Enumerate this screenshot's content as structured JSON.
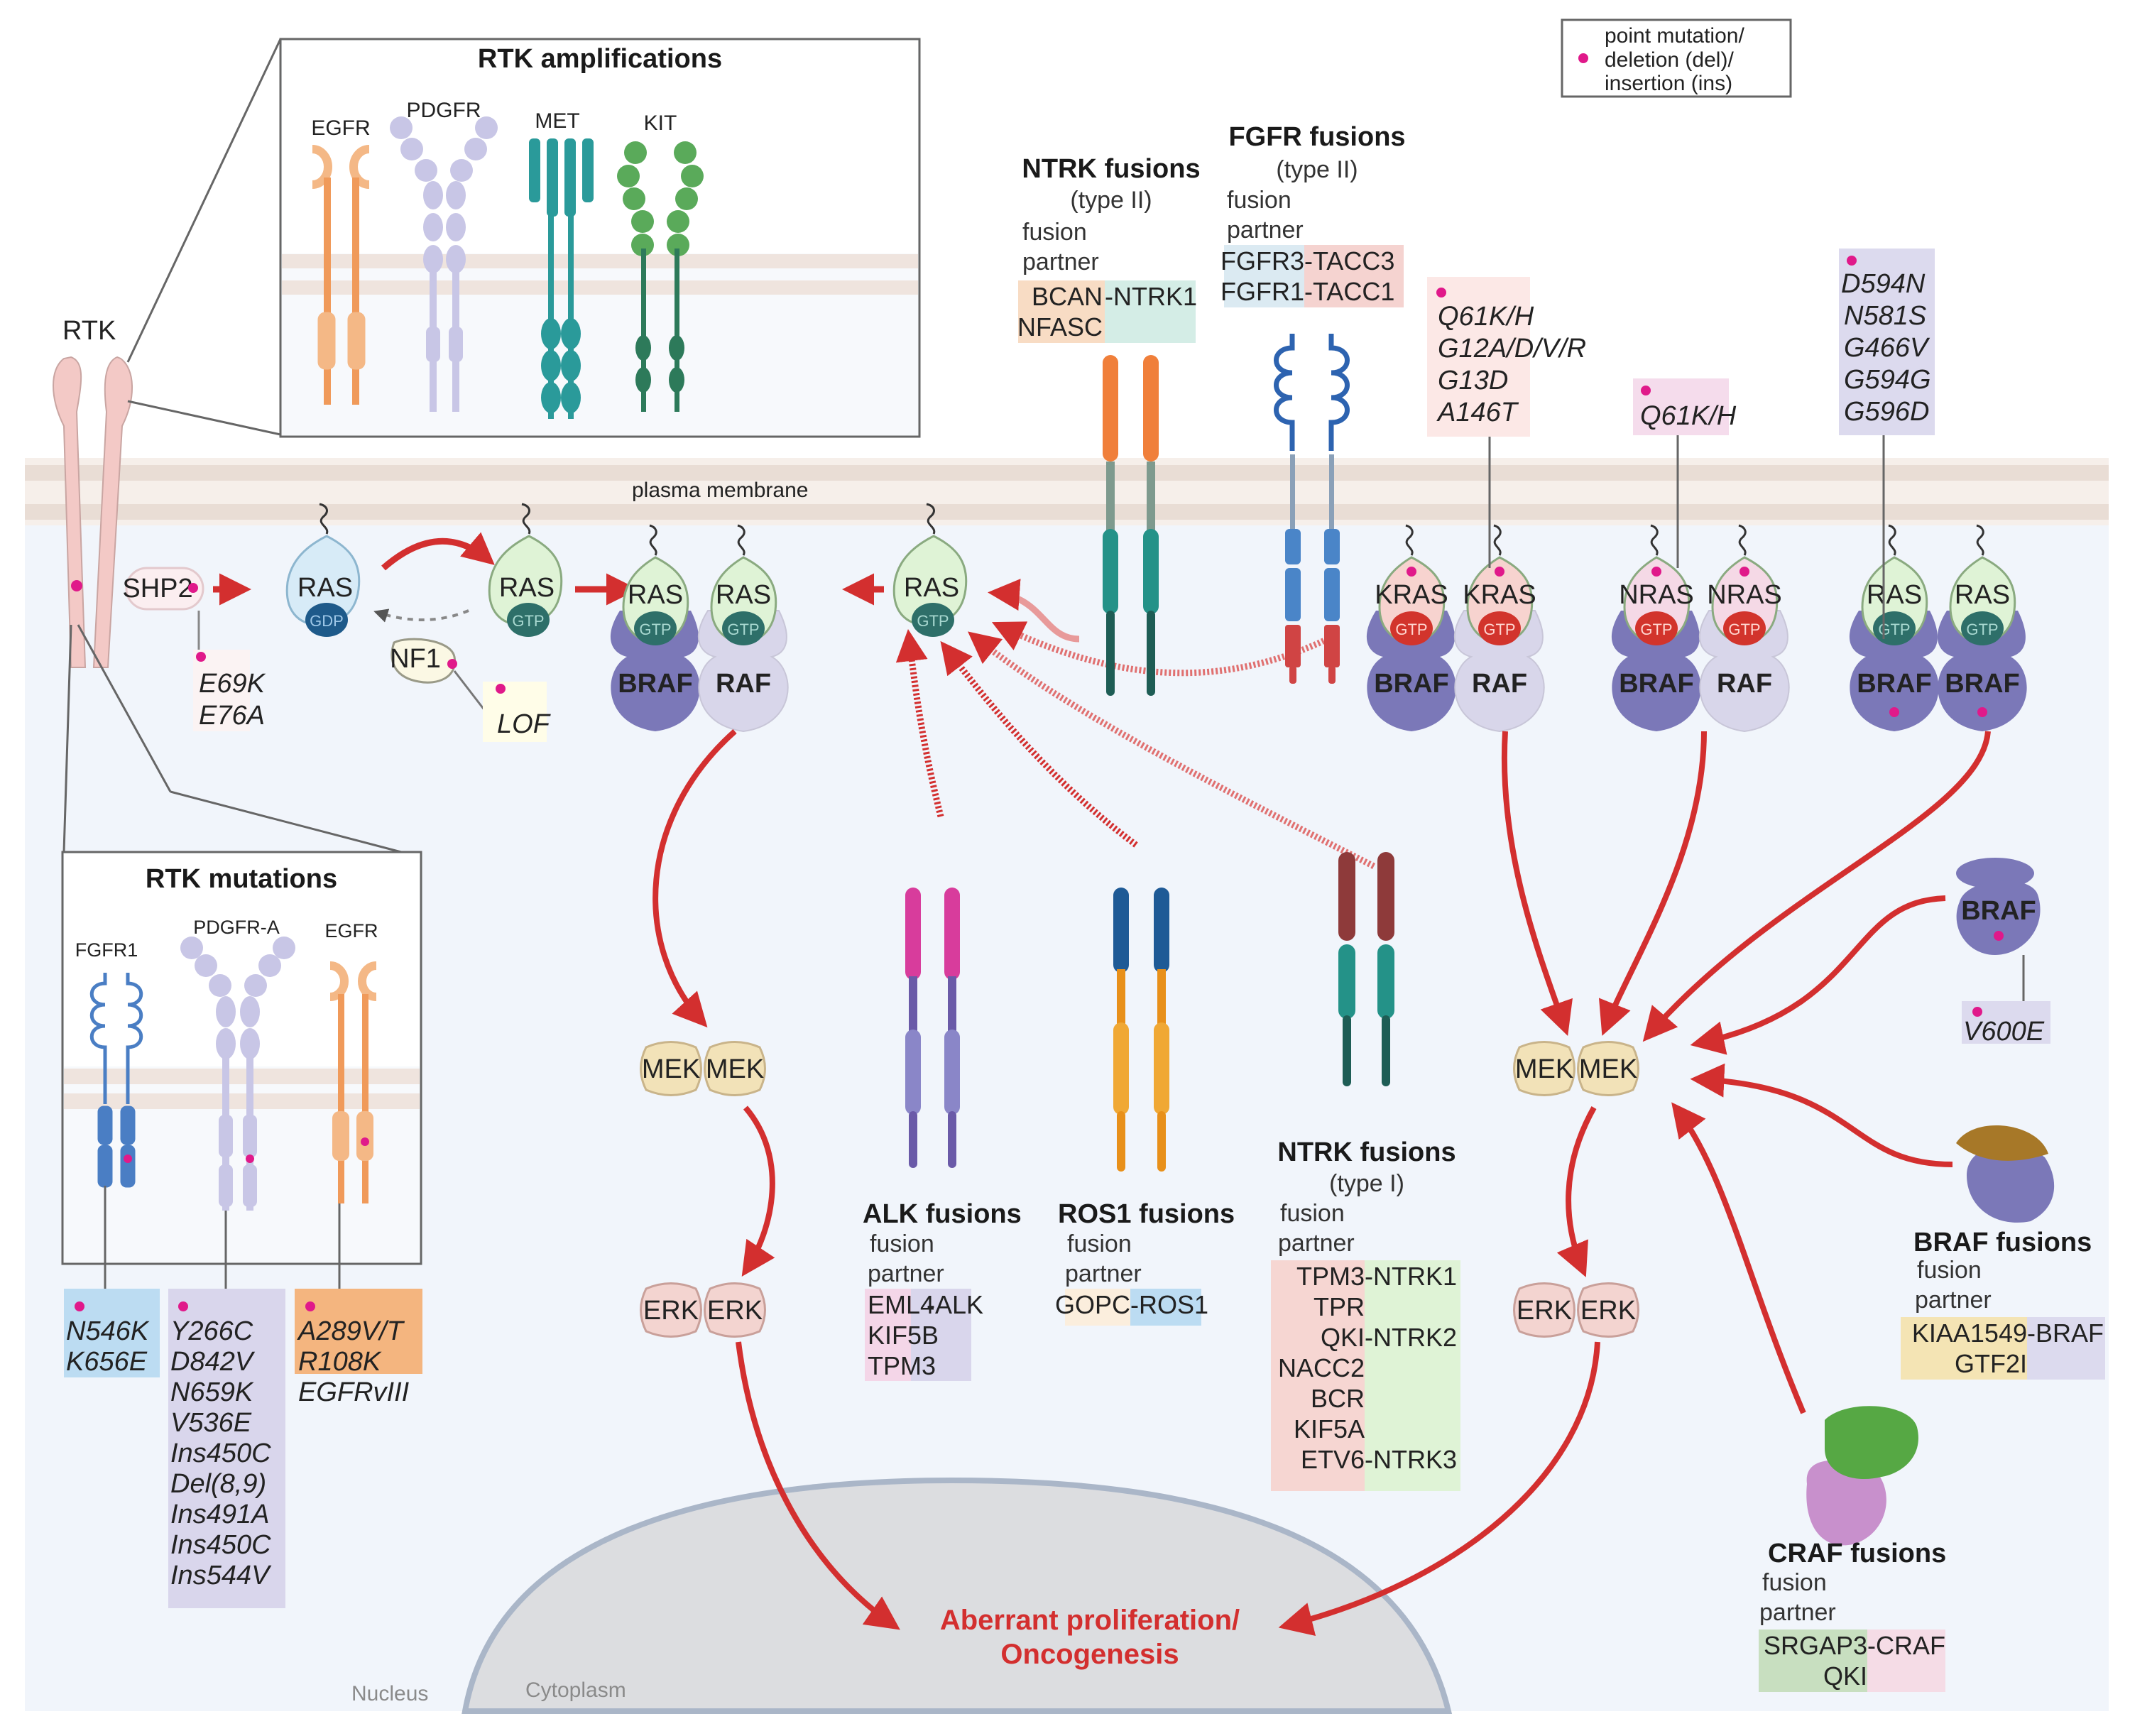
{
  "legend": {
    "mutation_marker": "magenta-dot",
    "lines": [
      "point mutation/",
      "deletion (del)/",
      "insertion (ins)"
    ]
  },
  "membrane_label": "plasma membrane",
  "rtk_label": "RTK",
  "rtk_amplifications": {
    "title": "RTK amplifications",
    "receptors": [
      "EGFR",
      "PDGFR",
      "MET",
      "KIT"
    ]
  },
  "rtk_mutations": {
    "title": "RTK mutations",
    "receptors": [
      "FGFR1",
      "PDGFR-A",
      "EGFR"
    ],
    "mutation_lists": {
      "fgfr1": [
        "N546K",
        "K656E"
      ],
      "pdgfra": [
        "Y266C",
        "D842V",
        "N659K",
        "V536E",
        "Ins450C",
        "Del(8,9)",
        "Ins491A",
        "Ins450C",
        "Ins544V"
      ],
      "egfr": [
        "A289V/T",
        "R108K",
        "EGFRvIII"
      ]
    }
  },
  "shp2": {
    "label": "SHP2",
    "mutations": [
      "E69K",
      "E76A"
    ]
  },
  "nf1": {
    "label": "NF1",
    "mutations": [
      "LOF"
    ]
  },
  "ras_gdp": {
    "label": "RAS",
    "nucleotide": "GDP"
  },
  "ras_gtp": {
    "label": "RAS",
    "nucleotide": "GTP"
  },
  "raf_dimer_left": {
    "ras": [
      "RAS",
      "RAS"
    ],
    "nucleotide": [
      "GTP",
      "GTP"
    ],
    "raf": [
      "BRAF",
      "RAF"
    ]
  },
  "ras_center": {
    "label": "RAS",
    "nucleotide": "GTP"
  },
  "ntrk_type2": {
    "title": "NTRK fusions",
    "subtitle": "(type II)",
    "fusion_label": [
      "fusion",
      "partner"
    ],
    "partners": [
      "BCAN",
      "NFASC"
    ],
    "kinase": "-NTRK1"
  },
  "fgfr_fusions": {
    "title": "FGFR fusions",
    "subtitle": "(type II)",
    "fusion_label": [
      "fusion",
      "partner"
    ],
    "rows": [
      [
        "FGFR3",
        "-TACC3"
      ],
      [
        "FGFR1",
        "-TACC1"
      ]
    ]
  },
  "kras": {
    "mutations": [
      "Q61K/H",
      "G12A/D/V/R",
      "G13D",
      "A146T"
    ],
    "dimer": {
      "ras": [
        "KRAS",
        "KRAS"
      ],
      "nucleotide": [
        "GTP",
        "GTP"
      ],
      "raf": [
        "BRAF",
        "RAF"
      ]
    }
  },
  "nras": {
    "mutations": [
      "Q61K/H"
    ],
    "dimer": {
      "ras": [
        "NRAS",
        "NRAS"
      ],
      "nucleotide": [
        "GTP",
        "GTP"
      ],
      "raf": [
        "BRAF",
        "RAF"
      ]
    }
  },
  "braf_dimer": {
    "mutations": [
      "D594N",
      "N581S",
      "G466V",
      "G594G",
      "G596D"
    ],
    "dimer": {
      "ras": [
        "RAS",
        "RAS"
      ],
      "nucleotide": [
        "GTP",
        "GTP"
      ],
      "raf": [
        "BRAF",
        "BRAF"
      ]
    }
  },
  "braf_monomer": {
    "label": "BRAF",
    "mutations": [
      "V600E"
    ]
  },
  "mek_left": [
    "MEK",
    "MEK"
  ],
  "erk_left": [
    "ERK",
    "ERK"
  ],
  "mek_right": [
    "MEK",
    "MEK"
  ],
  "erk_right": [
    "ERK",
    "ERK"
  ],
  "alk_fusions": {
    "title": "ALK fusions",
    "fusion_label": [
      "fusion",
      "partner"
    ],
    "partners": [
      "EML4",
      "KIF5B",
      "TPM3"
    ],
    "kinase": "-ALK"
  },
  "ros1_fusions": {
    "title": "ROS1 fusions",
    "fusion_label": [
      "fusion",
      "partner"
    ],
    "partners": [
      "GOPC"
    ],
    "kinase": "-ROS1"
  },
  "ntrk_type1": {
    "title": "NTRK fusions",
    "subtitle": "(type I)",
    "fusion_label": [
      "fusion",
      "partner"
    ],
    "rows": [
      [
        "TPM3",
        "-NTRK1"
      ],
      [
        "TPR",
        ""
      ],
      [
        "QKI",
        "-NTRK2"
      ],
      [
        "NACC2",
        ""
      ],
      [
        "BCR",
        ""
      ],
      [
        "KIF5A",
        ""
      ],
      [
        "ETV6",
        "-NTRK3"
      ]
    ]
  },
  "braf_fusions": {
    "title": "BRAF fusions",
    "fusion_label": [
      "fusion",
      "partner"
    ],
    "partners": [
      "KIAA1549",
      "GTF2I"
    ],
    "kinase": "-BRAF"
  },
  "craf_fusions": {
    "title": "CRAF fusions",
    "fusion_label": [
      "fusion",
      "partner"
    ],
    "partners": [
      "SRGAP3",
      "QKI"
    ],
    "kinase": "-CRAF"
  },
  "outcome": {
    "lines": [
      "Aberrant proliferation/",
      "Oncogenesis"
    ],
    "color": "#d32f2f"
  },
  "compartments": {
    "nucleus": "Nucleus",
    "cytoplasm": "Cytoplasm"
  },
  "colors": {
    "mutation_dot": "#e0198a",
    "arrow": "#d32f2f",
    "braf": "#7b78b8",
    "raf": "#d8d6ea",
    "ras_active": "#dff3d6",
    "gtp": "#2e6f69",
    "gdp": "#1e5a8a",
    "kras_fill": "#f7d3cf",
    "gtp_mutant": "#d2342c",
    "mek": "#f2e2b8",
    "erk": "#f3d4d0",
    "membrane": "#eadfd8",
    "cytoplasm_bg": "#f1f5fb",
    "nucleus_bg": "#dcdde0"
  }
}
